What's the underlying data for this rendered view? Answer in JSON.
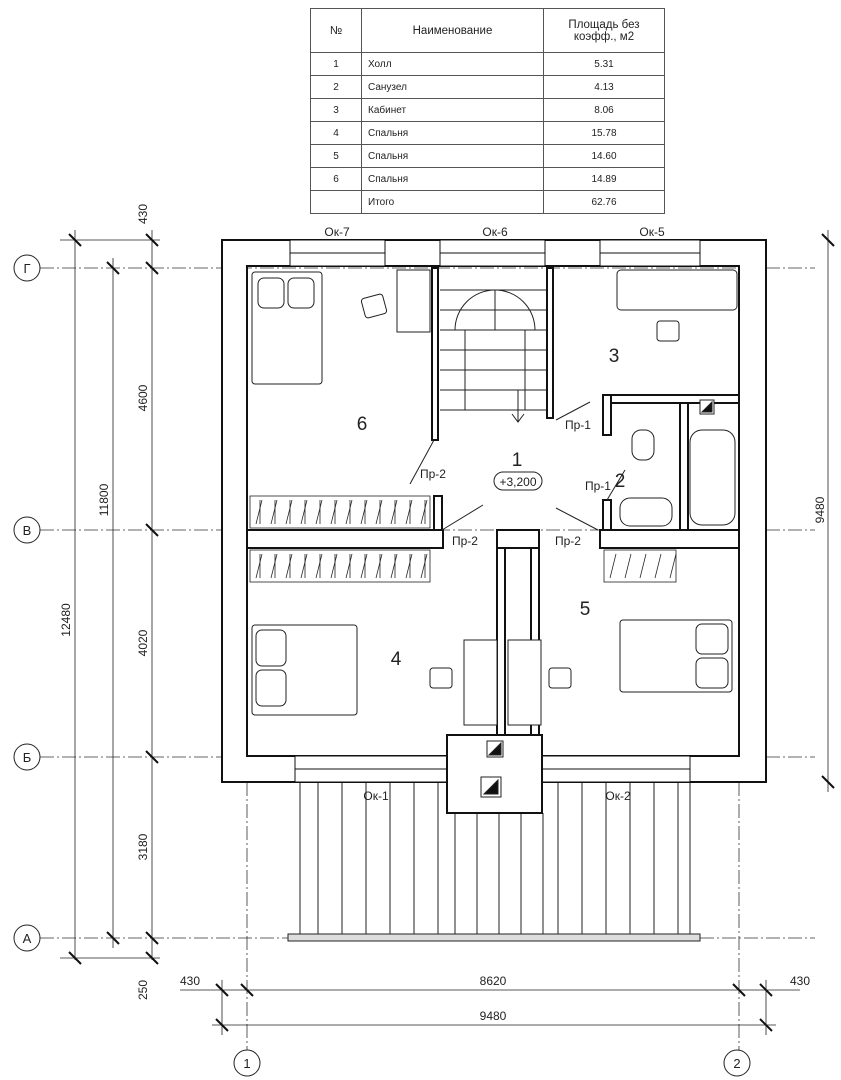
{
  "table": {
    "headers": [
      "№",
      "Наименование",
      "Площадь без коэфф., м2"
    ],
    "rows": [
      {
        "num": "1",
        "name": "Холл",
        "area": "5.31"
      },
      {
        "num": "2",
        "name": "Санузел",
        "area": "4.13"
      },
      {
        "num": "3",
        "name": "Кабинет",
        "area": "8.06"
      },
      {
        "num": "4",
        "name": "Спальня",
        "area": "15.78"
      },
      {
        "num": "5",
        "name": "Спальня",
        "area": "14.60"
      },
      {
        "num": "6",
        "name": "Спальня",
        "area": "14.89"
      }
    ],
    "total": {
      "num": "",
      "name": "Итого",
      "area": "62.76"
    }
  },
  "axes": {
    "g": "Г",
    "v": "В",
    "b": "Б",
    "a": "А",
    "one": "1",
    "two": "2"
  },
  "dims": {
    "d430_top": "430",
    "d4600": "4600",
    "d11800": "11800",
    "d12480": "12480",
    "d4020": "4020",
    "d3180": "3180",
    "d250": "250",
    "d9480_right": "9480",
    "d430_left": "430",
    "d8620": "8620",
    "d430_right": "430",
    "d9480_bottom": "9480"
  },
  "windows": {
    "ok7": "Ок-7",
    "ok6": "Ок-6",
    "ok5": "Ок-5",
    "ok1": "Ок-1",
    "ok2": "Ок-2"
  },
  "doors": {
    "pr2a": "Пр-2",
    "pr2b": "Пр-2",
    "pr2c": "Пр-2",
    "pr1a": "Пр-1",
    "pr1b": "Пр-1"
  },
  "rooms": {
    "r1": "1",
    "r2": "2",
    "r3": "3",
    "r4": "4",
    "r5": "5",
    "r6": "6"
  },
  "level": "+3,200"
}
